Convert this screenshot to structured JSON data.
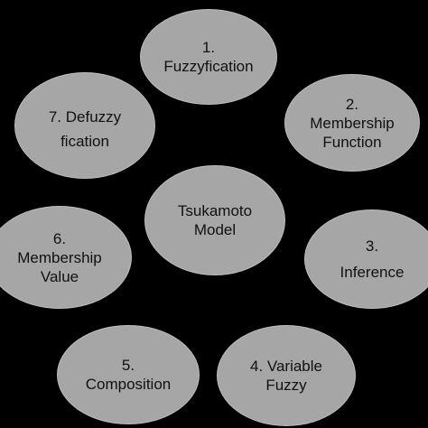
{
  "diagram": {
    "center": {
      "lines": [
        "Tsukamoto",
        "Model"
      ]
    },
    "steps": [
      {
        "lines": [
          "1.",
          "Fuzzyfication"
        ]
      },
      {
        "lines": [
          "2.",
          "Membership",
          "Function"
        ]
      },
      {
        "lines": [
          "3.",
          "",
          "Inference"
        ]
      },
      {
        "lines": [
          "4. Variable",
          "Fuzzy"
        ]
      },
      {
        "lines": [
          "5.",
          "Composition"
        ]
      },
      {
        "lines": [
          "6.",
          "Membership",
          "Value"
        ]
      },
      {
        "lines": [
          "7. Defuzzy",
          "fication"
        ]
      }
    ]
  },
  "colors": {
    "background": "#000000",
    "node_fill": "#a6a6a6",
    "text": "#111111"
  }
}
